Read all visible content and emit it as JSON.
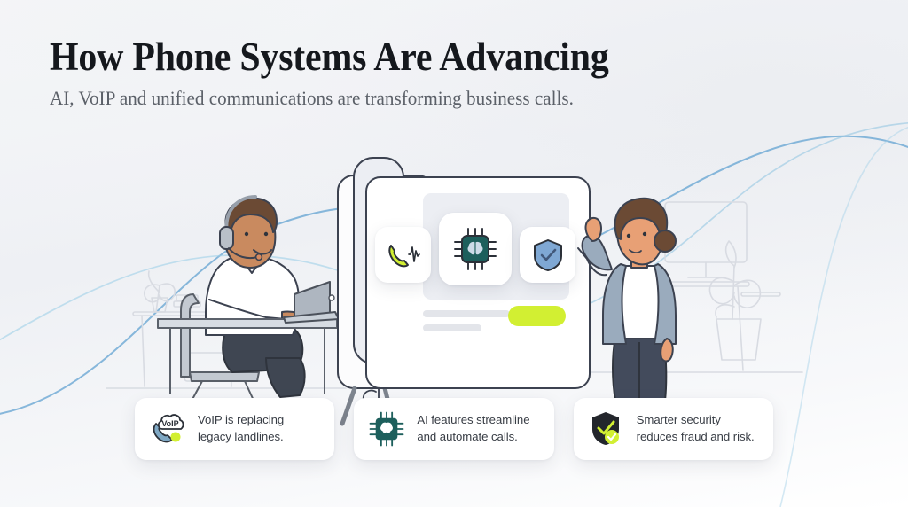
{
  "header": {
    "title": "How Phone Systems Are Advancing",
    "subtitle": "AI, VoIP and unified communications are transforming business calls."
  },
  "screen": {
    "tiles": [
      {
        "icon": "phone-call-waveform-icon",
        "color": "#d2ef32"
      },
      {
        "icon": "ai-chip-brain-icon",
        "color": "#1d5f5c"
      },
      {
        "icon": "shield-check-icon",
        "color": "#7fa8d4"
      }
    ],
    "placeholder_bars": 2,
    "cta_button": {
      "name": "primary-cta-button",
      "color": "#d2ef32"
    }
  },
  "cards": [
    {
      "icon": "voip-cloud-phone-icon",
      "line1": "VoIP is replacing",
      "line2": "legacy landlines."
    },
    {
      "icon": "ai-chip-brain-icon",
      "line1": "AI features streamline",
      "line2": "and automate calls."
    },
    {
      "icon": "shield-check-badge-icon",
      "line1": "Smarter security",
      "line2": "reduces fraud and risk."
    }
  ],
  "colors": {
    "accent_lime": "#d2ef32",
    "accent_teal": "#1d5f5c",
    "accent_blue": "#7fa8d4",
    "curve_blue": "#4f93c4",
    "ink": "#2b3038",
    "background_top": "#f6f7f9",
    "background_bottom": "#ffffff"
  },
  "scene": {
    "left_person": "headset-agent-at-desk",
    "right_person": "woman-presenting",
    "center_object": "desk-phone-and-monitor"
  }
}
